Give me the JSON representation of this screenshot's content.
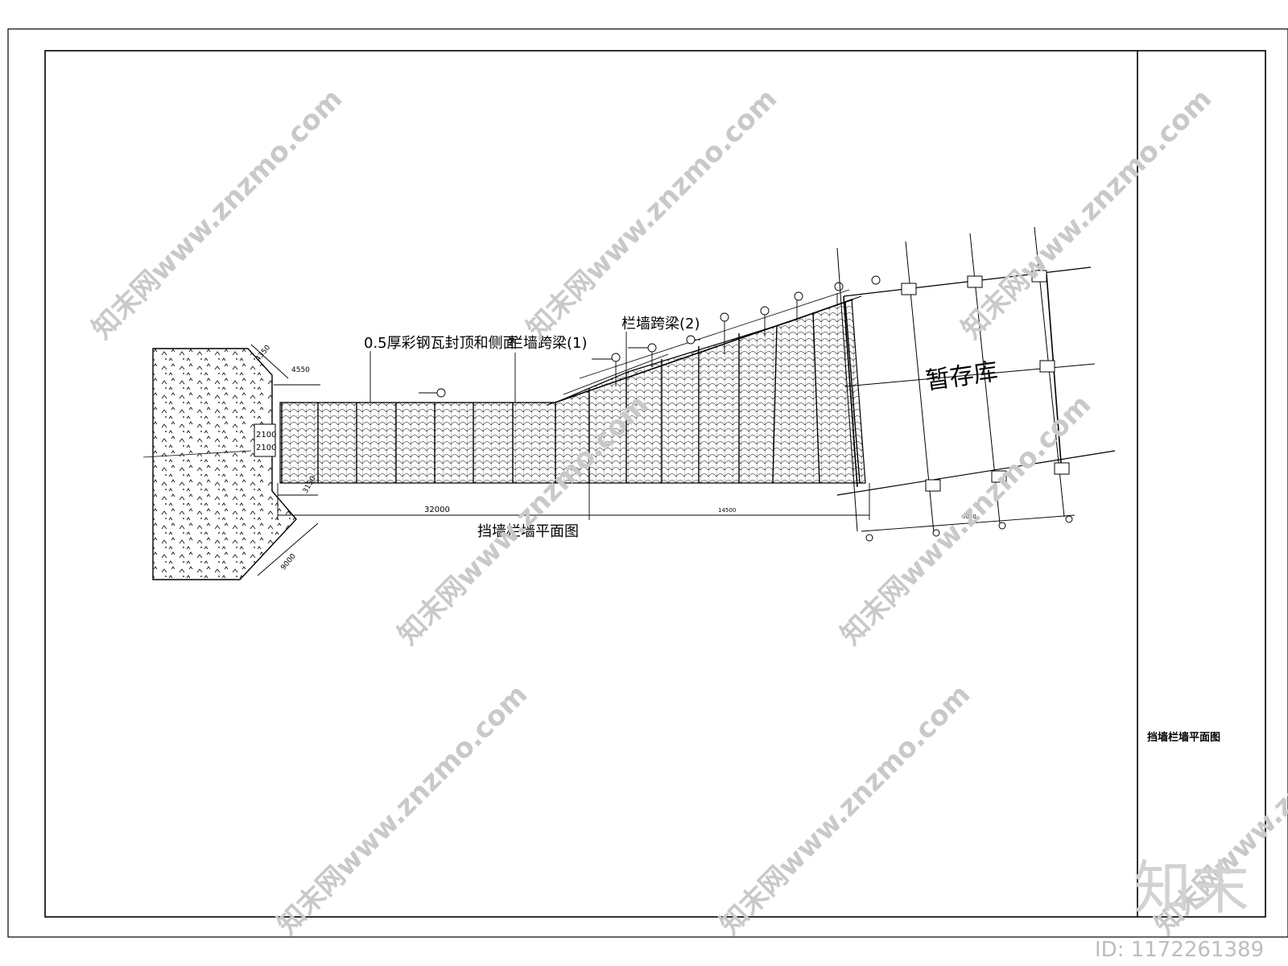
{
  "title_block": {
    "drawing_name": "挡墙栏墙平面图"
  },
  "main_title": "挡墙栏墙平面图",
  "storage_label": "暂存库",
  "labels": {
    "roof_panel": "0.5厚彩钢瓦封顶和侧面",
    "beam_1": "栏墙跨梁(1)",
    "beam_2": "栏墙跨梁(2)"
  },
  "dimensions": {
    "d4550": "4550",
    "d4350": "4350",
    "d2100a": "2100",
    "d2100b": "2100",
    "d3150": "3150",
    "d9000": "9000",
    "d32000": "32000",
    "d14500": "14500",
    "d6000": "6000"
  },
  "watermark": {
    "text": "知末网www.znzmo.com",
    "logo": "知末",
    "id": "ID: 1172261389"
  },
  "colors": {
    "line": "#000000",
    "watermark": "#c9c9c9",
    "background": "#ffffff"
  }
}
